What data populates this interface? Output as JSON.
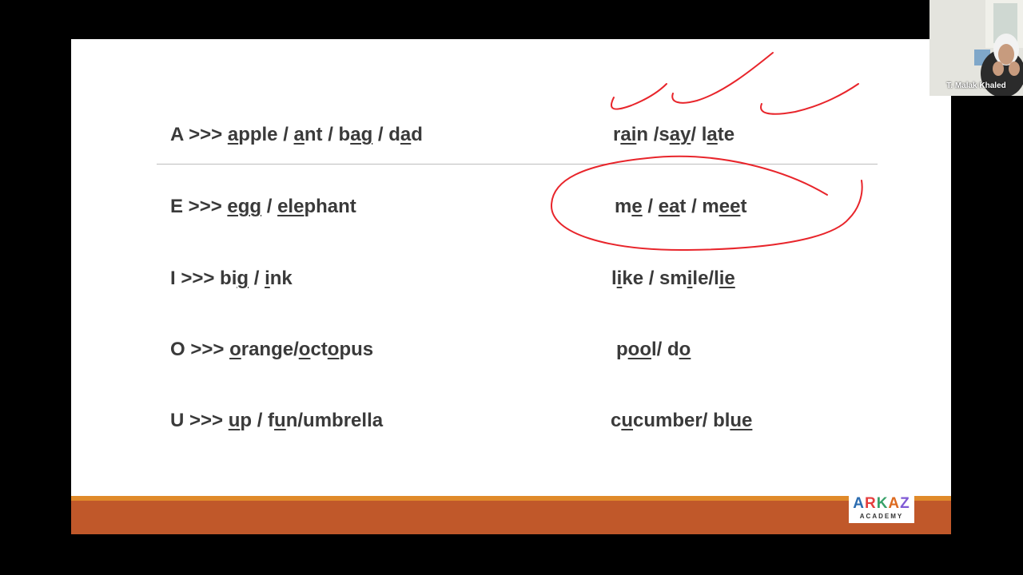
{
  "slide": {
    "rows": [
      {
        "left": [
          {
            "t": "A >>> "
          },
          {
            "t": "a",
            "u": 1
          },
          {
            "t": "pple / "
          },
          {
            "t": "a",
            "u": 1
          },
          {
            "t": "nt / b"
          },
          {
            "t": "ag",
            "u": 1
          },
          {
            "t": " / d"
          },
          {
            "t": "a",
            "u": 1
          },
          {
            "t": "d"
          }
        ],
        "right": [
          {
            "t": "r"
          },
          {
            "t": "ai",
            "u": 1
          },
          {
            "t": "n /s"
          },
          {
            "t": "ay",
            "u": 1
          },
          {
            "t": "/ l"
          },
          {
            "t": "a",
            "u": 1
          },
          {
            "t": "te"
          }
        ]
      },
      {
        "left": [
          {
            "t": "E >>> "
          },
          {
            "t": "egg",
            "u": 1
          },
          {
            "t": " / "
          },
          {
            "t": "ele",
            "u": 1
          },
          {
            "t": "phant"
          }
        ],
        "right": [
          {
            "t": "m"
          },
          {
            "t": "e",
            "u": 1
          },
          {
            "t": " / "
          },
          {
            "t": "ea",
            "u": 1
          },
          {
            "t": "t / m"
          },
          {
            "t": "ee",
            "u": 1
          },
          {
            "t": "t"
          }
        ]
      },
      {
        "left": [
          {
            "t": "I >>> bi"
          },
          {
            "t": "g",
            "u": 1
          },
          {
            "t": " / "
          },
          {
            "t": "i",
            "u": 1
          },
          {
            "t": "nk"
          }
        ],
        "right": [
          {
            "t": "l"
          },
          {
            "t": "i",
            "u": 1
          },
          {
            "t": "ke / sm"
          },
          {
            "t": "i",
            "u": 1
          },
          {
            "t": "le/l"
          },
          {
            "t": "ie",
            "u": 1
          }
        ]
      },
      {
        "left": [
          {
            "t": "O >>> "
          },
          {
            "t": "o",
            "u": 1
          },
          {
            "t": "range/"
          },
          {
            "t": "o",
            "u": 1
          },
          {
            "t": "ct"
          },
          {
            "t": "o",
            "u": 1
          },
          {
            "t": "pus"
          }
        ],
        "right": [
          {
            "t": "p"
          },
          {
            "t": "oo",
            "u": 1
          },
          {
            "t": "l/ d"
          },
          {
            "t": "o",
            "u": 1
          }
        ]
      },
      {
        "left": [
          {
            "t": "U >>> "
          },
          {
            "t": "u",
            "u": 1
          },
          {
            "t": "p / f"
          },
          {
            "t": "u",
            "u": 1
          },
          {
            "t": "n/umbrella"
          }
        ],
        "right": [
          {
            "t": "c"
          },
          {
            "t": "u",
            "u": 1
          },
          {
            "t": "cumber/ bl"
          },
          {
            "t": "ue",
            "u": 1
          }
        ]
      }
    ]
  },
  "logo": {
    "letters": [
      {
        "ch": "A",
        "color": "#2b6cb0"
      },
      {
        "ch": "R",
        "color": "#e53e3e"
      },
      {
        "ch": "K",
        "color": "#38a169"
      },
      {
        "ch": "A",
        "color": "#dd6b20"
      },
      {
        "ch": "Z",
        "color": "#805ad5"
      }
    ],
    "subtitle": "ACADEMY"
  },
  "webcam": {
    "name": "T. Malak Khaled"
  },
  "colors": {
    "background": "#000000",
    "slide": "#ffffff",
    "footer_bar": "#c0582a",
    "footer_line": "#e08a2a",
    "annotation": "#e8252b",
    "text": "#3a3a3a",
    "divider": "#bdbdbd"
  }
}
